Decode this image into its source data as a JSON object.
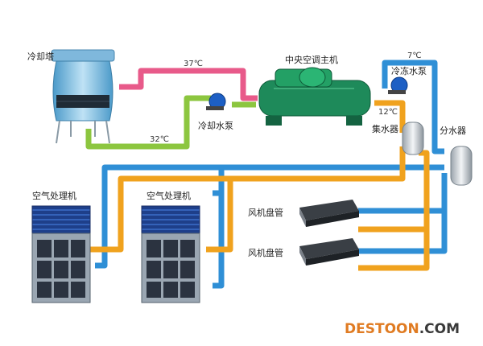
{
  "labels": {
    "cooling_tower": "冷却塔",
    "chiller": "中央空调主机",
    "cooling_pump": "冷却水泵",
    "chilled_pump": "冷冻水泵",
    "collector": "集水器",
    "distributor": "分水器",
    "ahu_1": "空气处理机",
    "ahu_2": "空气处理机",
    "fcu_1": "风机盘管",
    "fcu_2": "风机盘管"
  },
  "temperatures": {
    "cooling_hot": "37℃",
    "cooling_cold": "32℃",
    "chilled_supply": "7℃",
    "chilled_return": "12℃"
  },
  "watermark": {
    "brand": "DESTOON",
    "tld": ".COM"
  },
  "colors": {
    "cooling_hot_pipe": "#e85a8a",
    "cooling_cold_pipe": "#8cc63f",
    "chilled_supply_pipe": "#2f8fd6",
    "chilled_return_pipe": "#f0a21e",
    "chiller_body": "#1e8a5a",
    "tower_body": "#6fb3d9",
    "watermark_brand": "#e07b22"
  }
}
